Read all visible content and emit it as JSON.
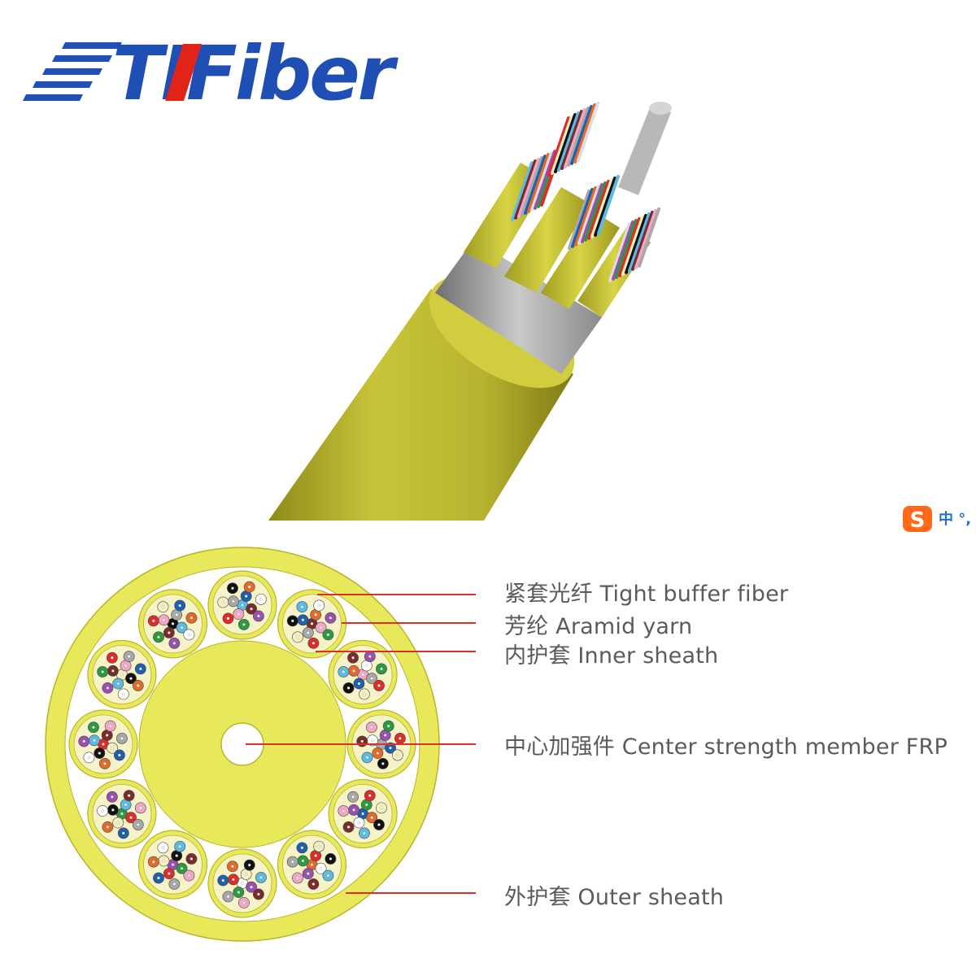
{
  "logo": {
    "text": "TIFiber",
    "color": "#1f4fb4",
    "accent": "#e2231a"
  },
  "ime_indicator": {
    "glyph": "中",
    "suffix": "°,",
    "color": "#ff6a1a"
  },
  "colors": {
    "sheath": "#e8e95a",
    "sheath_outline": "#b8b52a",
    "leader": "#d9302e",
    "fiber_palette": [
      "#5bbbe6",
      "#7a2b2b",
      "#f2a7c7",
      "#a8a8a8",
      "#1f5fb0",
      "#e46a2a",
      "#ffffff",
      "#9a4fb3",
      "#2c9a3f",
      "#e02b2b",
      "#f5f0c0",
      "#111111"
    ]
  },
  "callouts": [
    {
      "id": "tight-buffer",
      "label": "紧套光纤 Tight buffer fiber"
    },
    {
      "id": "aramid",
      "label": "芳纶 Aramid yarn"
    },
    {
      "id": "inner-sheath",
      "label": "内护套 Inner sheath"
    },
    {
      "id": "center-member",
      "label": "中心加强件 Center strength member FRP"
    },
    {
      "id": "outer-sheath",
      "label": "外护套 Outer sheath"
    }
  ]
}
